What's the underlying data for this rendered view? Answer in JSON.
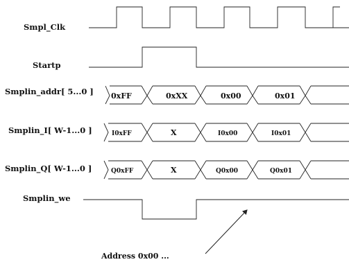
{
  "signals": [
    {
      "label": "Smpl_Clk"
    },
    {
      "label": "Startp"
    },
    {
      "label": "Smplin_addr[ 5...0 ]",
      "values": [
        "0xFF",
        "0xXX",
        "0x00",
        "0x01"
      ]
    },
    {
      "label": "Smplin_I[ W-1...0 ]",
      "values": [
        "I0xFF",
        "X",
        "I0x00",
        "I0x01"
      ]
    },
    {
      "label": "Smplin_Q[ W-1...0 ]",
      "values": [
        "Q0xFF",
        "X",
        "Q0x00",
        "Q0x01"
      ]
    },
    {
      "label": "Smplin_we"
    }
  ],
  "annotation": {
    "text": "Address 0x00 ..."
  }
}
